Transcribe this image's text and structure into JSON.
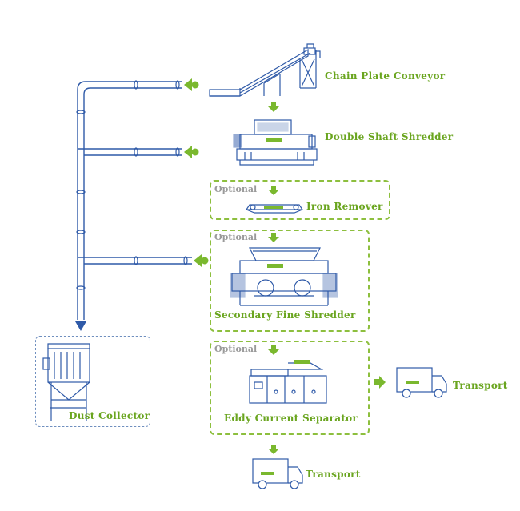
{
  "colors": {
    "accent_green": "#7ab82e",
    "machine_blue": "#2f5aa8",
    "dashed_green": "#8dbf3e",
    "dashed_blue": "#6f8fbf",
    "optional_grey": "#9a9a9a"
  },
  "steps": {
    "chain_plate_conveyor": "Chain Plate Conveyor",
    "double_shaft_shredder": "Double Shaft Shredder",
    "iron_remover": "Iron Remover",
    "secondary_fine_shredder": "Secondary Fine Shredder",
    "eddy_current_separator": "Eddy Current Separator",
    "dust_collector": "Dust Collector",
    "transport_right": "Transport",
    "transport_bottom": "Transport"
  },
  "optional_labels": {
    "iron_remover": "Optional",
    "fine_shredder": "Optional",
    "eddy_current": "Optional"
  },
  "icons": {
    "flow_arrow": "down-arrow-icon",
    "side_arrow": "right-arrow-icon",
    "duct_inlet": "left-arrow-icon"
  }
}
